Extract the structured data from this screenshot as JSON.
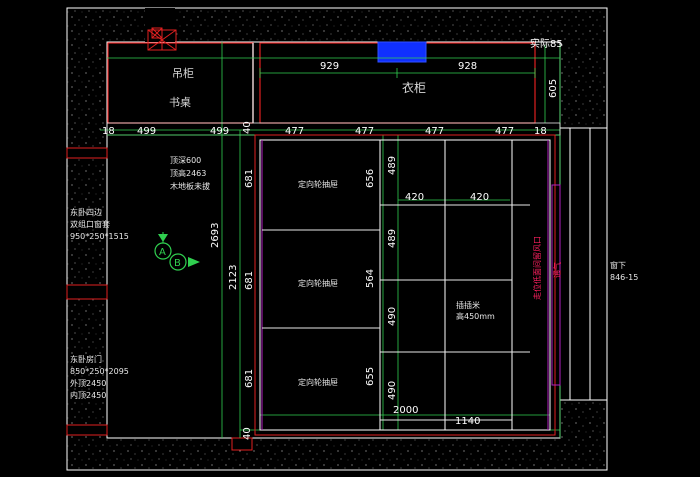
{
  "colors": {
    "background": "#000000",
    "wall_hatch": "#2a2a2a",
    "wall_edge": "#ffffff",
    "cabinet_red": "#e02020",
    "dimension_green": "#30d050",
    "inner_white": "#e8e8e8",
    "vent_blue": "#1030ff",
    "purple": "#b020c0",
    "label_magenta": "#ff2060"
  },
  "labels": {
    "hanging_cabinet": "吊柜",
    "desk": "书桌",
    "wardrobe": "衣柜",
    "actual_width": "实际85",
    "ceiling_depth": "顶深600",
    "ceiling_height": "顶高2463",
    "floor_note": "木地板未拔",
    "window_title": "东卧四边",
    "window_type": "双组口窗套",
    "window_size": "950*250*1515",
    "door_title": "东卧房门",
    "door_size": "850*250*2095",
    "door_outer": "外顶2450",
    "door_inner": "内顶2450",
    "drawer_1": "定向轮抽屉",
    "drawer_2": "定向轮抽屉",
    "drawer_3": "定向轮抽屉",
    "corner_note": "插插米",
    "corner_note_2": "高450mm",
    "vertical_red_note": "走位低面间留风口",
    "vertical_note_2": "通气",
    "window_right": "窗下",
    "window_right_size": "846-15",
    "marker_a": "A",
    "marker_b": "B"
  },
  "dimensions": {
    "top_left": "929",
    "top_right": "928",
    "right_top": "605",
    "row": [
      "18",
      "499",
      "499",
      "40",
      "477",
      "477",
      "477",
      "477",
      "18"
    ],
    "left_tall": "2693",
    "left_mid": "2123",
    "left_681_a": "681",
    "left_681_b": "681",
    "left_681_c": "681",
    "mid_656": "656",
    "mid_564": "564",
    "mid_655": "655",
    "col_489_a": "489",
    "col_489_b": "489",
    "col_490_a": "490",
    "col_490_b": "490",
    "shelf_420_a": "420",
    "shelf_420_b": "420",
    "bottom_2000": "2000",
    "bottom_1140": "1140",
    "bottom_40": "40"
  }
}
